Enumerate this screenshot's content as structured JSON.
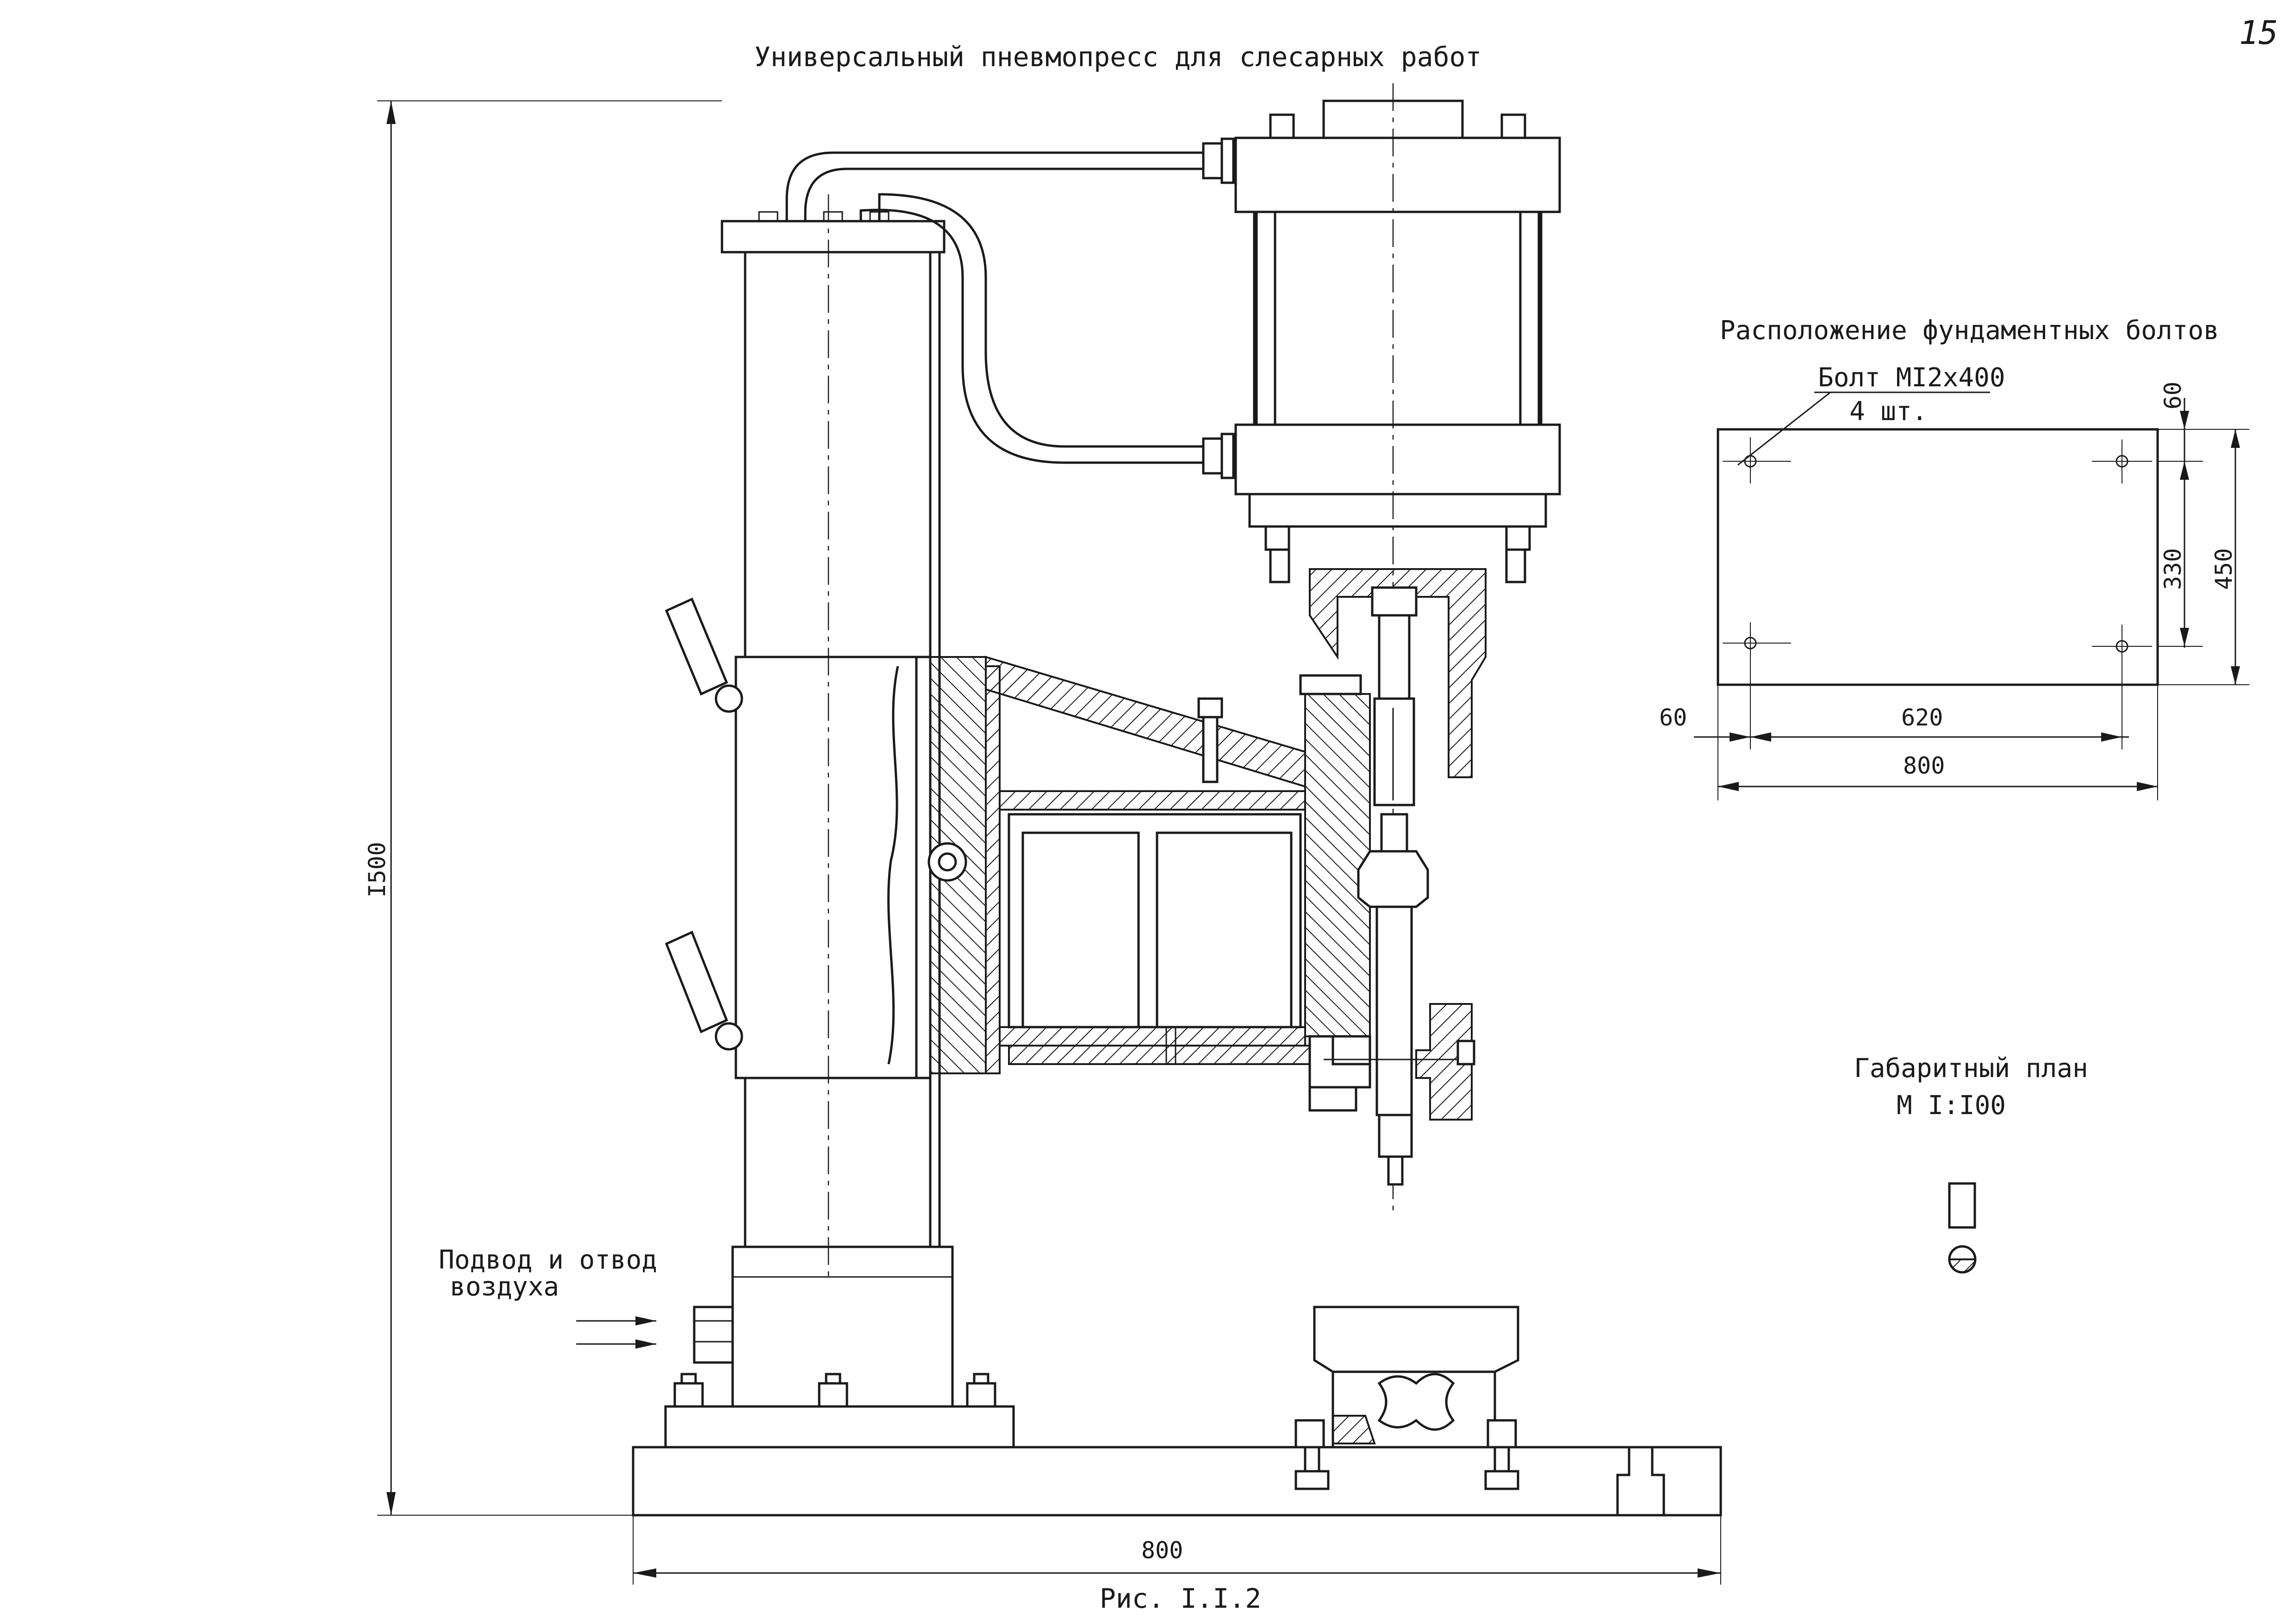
{
  "drawing": {
    "title": "Универсальный пневмопресс для слесарных работ",
    "page_number": "15",
    "caption": "Рис. I.I.2",
    "air_label_line1": "Подвод и отвод",
    "air_label_line2": "воздуха",
    "main_dims": {
      "height": "I500",
      "width": "800"
    }
  },
  "bolt_layout": {
    "title": "Расположение фундаментных болтов",
    "bolt_spec": "Болт MI2x400",
    "bolt_count": "4 шт.",
    "dims": {
      "top_offset": "60",
      "inner_height": "330",
      "outer_height": "450",
      "left_offset": "60",
      "inner_width": "620",
      "outer_width": "800"
    }
  },
  "overall_plan": {
    "title": "Габаритный план",
    "scale": "M I:I00"
  }
}
